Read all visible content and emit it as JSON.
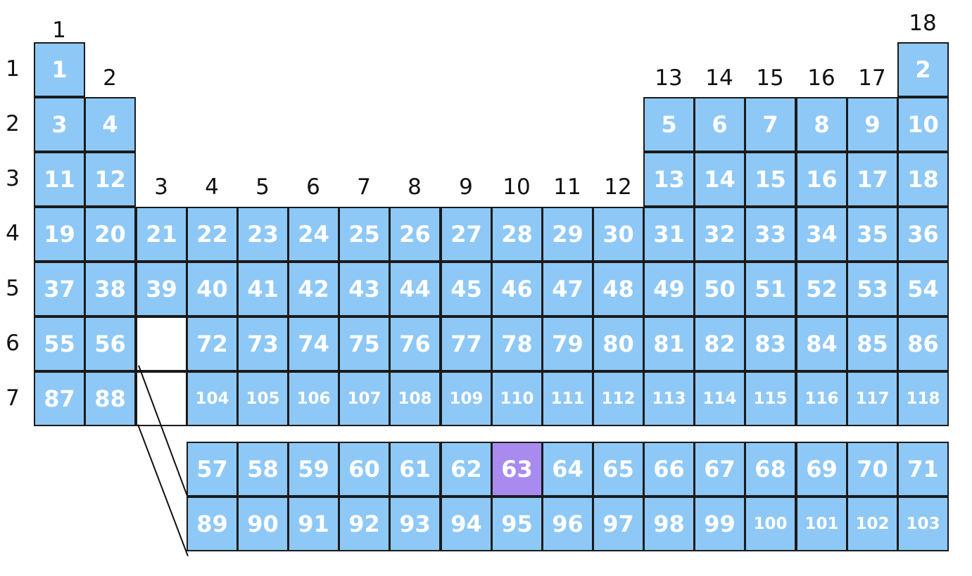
{
  "group_labels": [
    "1",
    "2",
    "3",
    "4",
    "5",
    "6",
    "7",
    "8",
    "9",
    "10",
    "11",
    "12",
    "13",
    "14",
    "15",
    "16",
    "17",
    "18"
  ],
  "period_labels": [
    "1",
    "2",
    "3",
    "4",
    "5",
    "6",
    "7"
  ],
  "colors": {
    "cell": "#8ec8f6",
    "highlight": "#a98bf0",
    "border": "#1a1a1a",
    "number": "#ffffff"
  },
  "highlighted_element": "63",
  "main_rows": [
    [
      "1",
      "",
      "",
      "",
      "",
      "",
      "",
      "",
      "",
      "",
      "",
      "",
      "",
      "",
      "",
      "",
      "",
      "2"
    ],
    [
      "3",
      "4",
      "",
      "",
      "",
      "",
      "",
      "",
      "",
      "",
      "",
      "",
      "5",
      "6",
      "7",
      "8",
      "9",
      "10"
    ],
    [
      "11",
      "12",
      "",
      "",
      "",
      "",
      "",
      "",
      "",
      "",
      "",
      "",
      "13",
      "14",
      "15",
      "16",
      "17",
      "18"
    ],
    [
      "19",
      "20",
      "21",
      "22",
      "23",
      "24",
      "25",
      "26",
      "27",
      "28",
      "29",
      "30",
      "31",
      "32",
      "33",
      "34",
      "35",
      "36"
    ],
    [
      "37",
      "38",
      "39",
      "40",
      "41",
      "42",
      "43",
      "44",
      "45",
      "46",
      "47",
      "48",
      "49",
      "50",
      "51",
      "52",
      "53",
      "54"
    ],
    [
      "55",
      "56",
      "",
      "72",
      "73",
      "74",
      "75",
      "76",
      "77",
      "78",
      "79",
      "80",
      "81",
      "82",
      "83",
      "84",
      "85",
      "86"
    ],
    [
      "87",
      "88",
      "",
      "104",
      "105",
      "106",
      "107",
      "108",
      "109",
      "110",
      "111",
      "112",
      "113",
      "114",
      "115",
      "116",
      "117",
      "118"
    ]
  ],
  "f_block": [
    [
      "57",
      "58",
      "59",
      "60",
      "61",
      "62",
      "63",
      "64",
      "65",
      "66",
      "67",
      "68",
      "69",
      "70",
      "71"
    ],
    [
      "89",
      "90",
      "91",
      "92",
      "93",
      "94",
      "95",
      "96",
      "97",
      "98",
      "99",
      "100",
      "101",
      "102",
      "103"
    ]
  ]
}
